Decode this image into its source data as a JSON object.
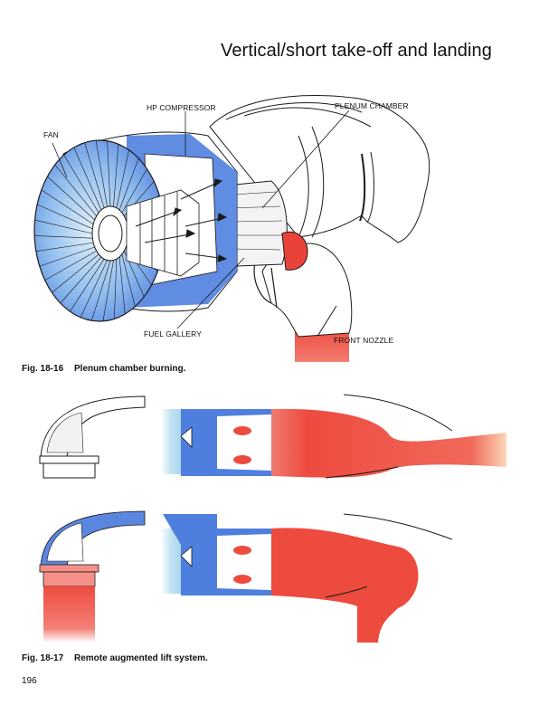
{
  "header": {
    "running_title": "Vertical/short take-off and landing"
  },
  "figure_18_16": {
    "labels": {
      "fan": "FAN",
      "hp_compressor": "HP COMPRESSOR",
      "plenum_chamber": "PLENUM CHAMBER",
      "fuel_gallery": "FUEL GALLERY",
      "front_nozzle": "FRONT NOZZLE"
    },
    "caption_number": "Fig. 18-16",
    "caption_text": "Plenum chamber burning."
  },
  "figure_18_17": {
    "caption_number": "Fig. 18-17",
    "caption_text": "Remote augmented lift system."
  },
  "footer": {
    "page_number": "196"
  },
  "colors": {
    "cold_air_blue": "#5b86e0",
    "light_blue": "#a9d3ec",
    "hot_gas_red": "#ee4b3f",
    "outline": "#1a1a1a"
  }
}
